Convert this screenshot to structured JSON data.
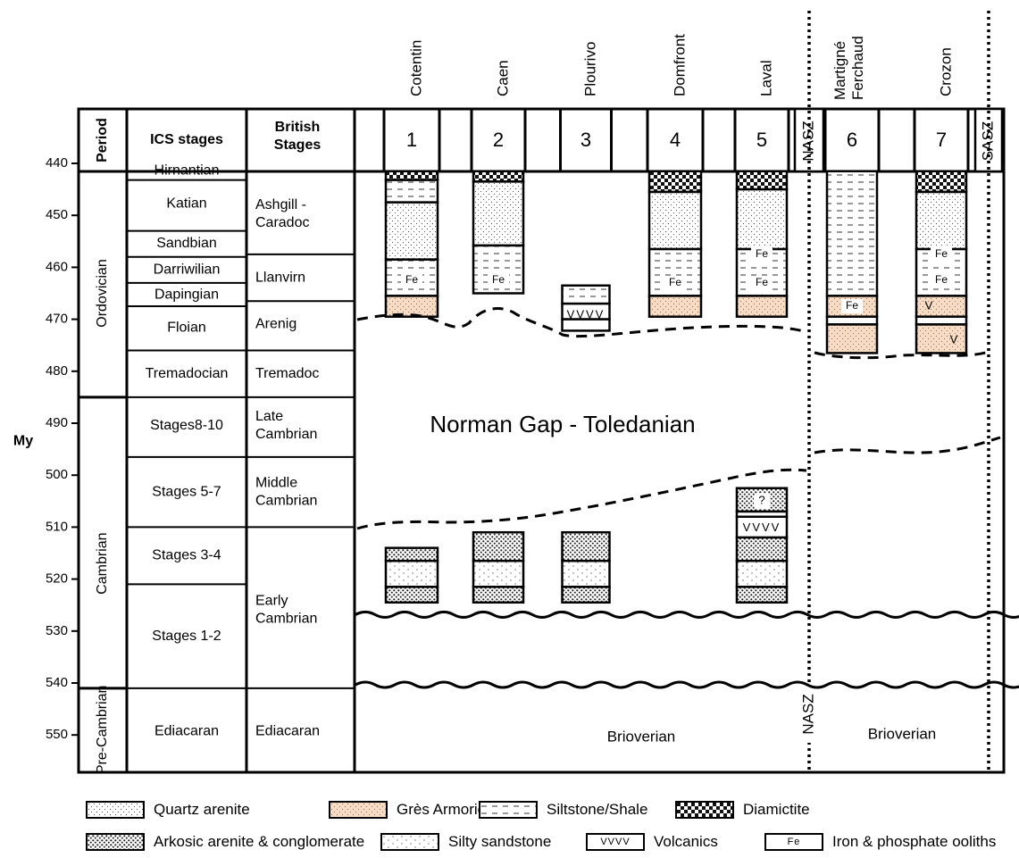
{
  "locations": [
    {
      "name": "Cotentin",
      "number": "1"
    },
    {
      "name": "Caen",
      "number": "2"
    },
    {
      "name": "Plourivo",
      "number": "3"
    },
    {
      "name": "Domfront",
      "number": "4"
    },
    {
      "name": "Laval",
      "number": "5"
    },
    {
      "name": "Martigné Ferchaud",
      "number": "6"
    },
    {
      "name": "Crozon",
      "number": "7"
    }
  ],
  "shear_zones": {
    "north": "NASZ",
    "south": "SASZ"
  },
  "columns": {
    "period": "Period",
    "ics": "ICS stages",
    "british": "British Stages"
  },
  "axis": {
    "label": "My",
    "ticks": [
      "440",
      "450",
      "460",
      "470",
      "480",
      "490",
      "500",
      "510",
      "520",
      "530",
      "540",
      "550"
    ]
  },
  "periods": [
    "Ordovician",
    "Cambrian",
    "Pre-Cambrian"
  ],
  "ics_stages": [
    "Hirnantian",
    "Katian",
    "Sandbian",
    "Darriwilian",
    "Dapingian",
    "Floian",
    "Tremadocian",
    "Stages8-10",
    "Stages 5-7",
    "Stages 3-4",
    "Stages 1-2",
    "Ediacaran"
  ],
  "british_stages": [
    "Ashgill - Caradoc",
    "Llanvirn",
    "Arenig",
    "Tremadoc",
    "Late Cambrian",
    "Middle Cambrian",
    "Early Cambrian",
    "Ediacaran"
  ],
  "annotations": {
    "gap": "Norman Gap - Toledanian",
    "basement_left": "Brioverian",
    "basement_right": "Brioverian",
    "iron": "Fe",
    "volcanic": "VVVV",
    "volcanic_single": "V",
    "uncertain": "?"
  },
  "legend": [
    {
      "label": "Quartz arenite",
      "pattern": "quartz"
    },
    {
      "label": "Grès Armoricain",
      "pattern": "gres"
    },
    {
      "label": "Siltstone/Shale",
      "pattern": "silt"
    },
    {
      "label": "Diamictite",
      "pattern": "diam"
    },
    {
      "label": "Arkosic arenite & conglomerate",
      "pattern": "arkose"
    },
    {
      "label": "Silty sandstone",
      "pattern": "sandy"
    },
    {
      "label": "Volcanics",
      "pattern": "volc",
      "swatch_text": "VVVV"
    },
    {
      "label": "Iron & phosphate ooliths",
      "pattern": "fe",
      "swatch_text": "Fe"
    }
  ],
  "colors": {
    "gres": "#f8dcc4",
    "line": "#000000"
  }
}
